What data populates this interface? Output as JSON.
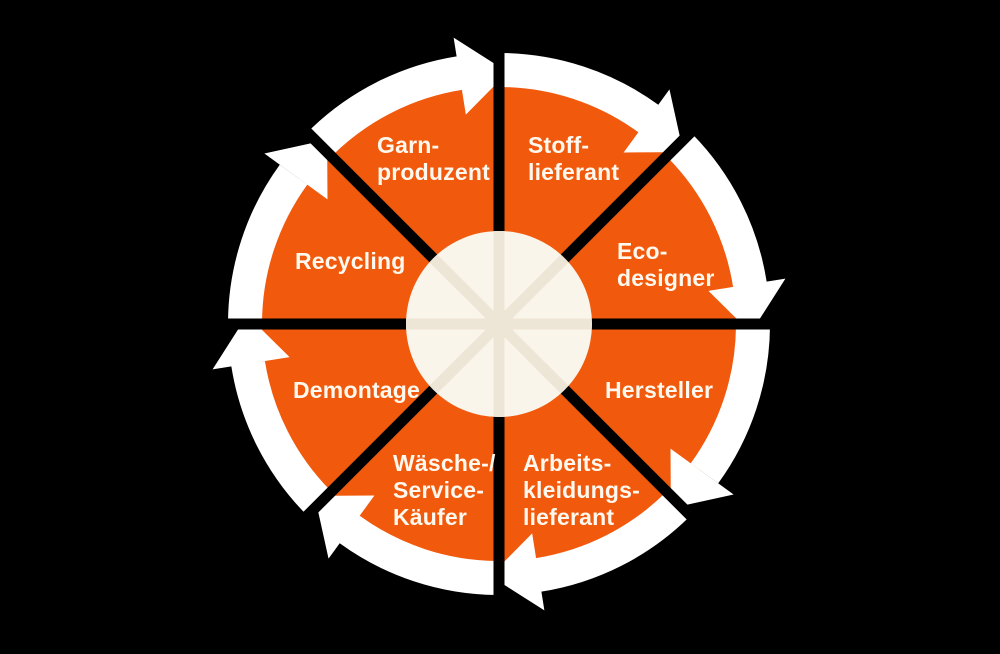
{
  "diagram": {
    "type": "cycle",
    "direction": "clockwise",
    "segment_count": 8
  },
  "colors": {
    "background": "#000000",
    "wedge": "#F1590C",
    "arrow": "#FFFFFF",
    "divider": "#000000",
    "hub": "#FAF5EB",
    "hub_spokes": "#EDE5D5",
    "label": "#FFF8EE"
  },
  "segments": [
    {
      "id": "stoff-lieferant",
      "lines": [
        "Stoff-",
        "lieferant"
      ]
    },
    {
      "id": "eco-designer",
      "lines": [
        "Eco-",
        "designer"
      ]
    },
    {
      "id": "hersteller",
      "lines": [
        "Hersteller"
      ]
    },
    {
      "id": "arbeitskleidungs-lieferant",
      "lines": [
        "Arbeits-",
        "kleidungs-",
        "lieferant"
      ]
    },
    {
      "id": "waesche-service-kaeufer",
      "lines": [
        "Wäsche-/",
        "Service-",
        "Käufer"
      ]
    },
    {
      "id": "demontage",
      "lines": [
        "Demontage"
      ]
    },
    {
      "id": "recycling",
      "lines": [
        "Recycling"
      ]
    },
    {
      "id": "garn-produzent",
      "lines": [
        "Garn-",
        "produzent"
      ]
    }
  ]
}
